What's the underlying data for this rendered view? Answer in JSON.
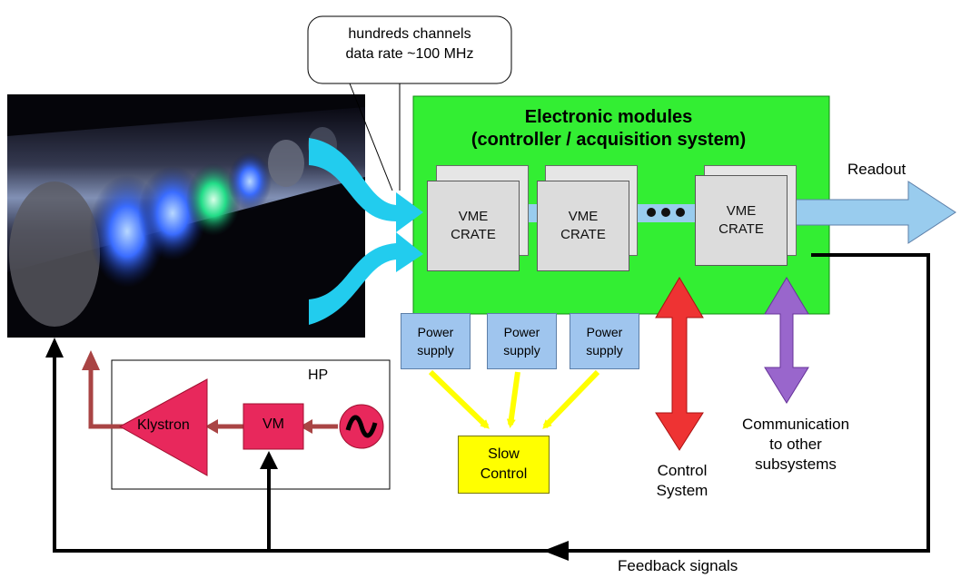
{
  "callout": {
    "line1": "hundreds channels",
    "line2": "data rate ~100 MHz"
  },
  "modules": {
    "title_line1": "Electronic modules",
    "title_line2": "(controller / acquisition system)"
  },
  "crates": [
    {
      "line1": "VME",
      "line2": "CRATE"
    },
    {
      "line1": "VME",
      "line2": "CRATE"
    },
    {
      "line1": "VME",
      "line2": "CRATE"
    }
  ],
  "readout": "Readout",
  "power_supplies": [
    {
      "line1": "Power",
      "line2": "supply"
    },
    {
      "line1": "Power",
      "line2": "supply"
    },
    {
      "line1": "Power",
      "line2": "supply"
    }
  ],
  "slow_control": {
    "line1": "Slow",
    "line2": "Control"
  },
  "control_system": {
    "line1": "Control",
    "line2": "System"
  },
  "communication": {
    "line1": "Communication",
    "line2": "to other",
    "line3": "subsystems"
  },
  "hp": {
    "label": "HP",
    "klystron": "Klystron",
    "vm": "VM"
  },
  "feedback": "Feedback signals",
  "colors": {
    "module_green": "#33ee33",
    "channel_cyan": "#22ccee",
    "readout_blue": "#99ccee",
    "power_blue": "#9fc5ee",
    "slow_yellow": "#ffff00",
    "control_red": "#ee3333",
    "comm_purple": "#9966cc",
    "hp_red": "#e8285c",
    "feedback_red": "#a94444"
  },
  "icons": {
    "oscillator": "sine-wave-icon",
    "ellipsis": "ellipsis-dots-icon"
  }
}
